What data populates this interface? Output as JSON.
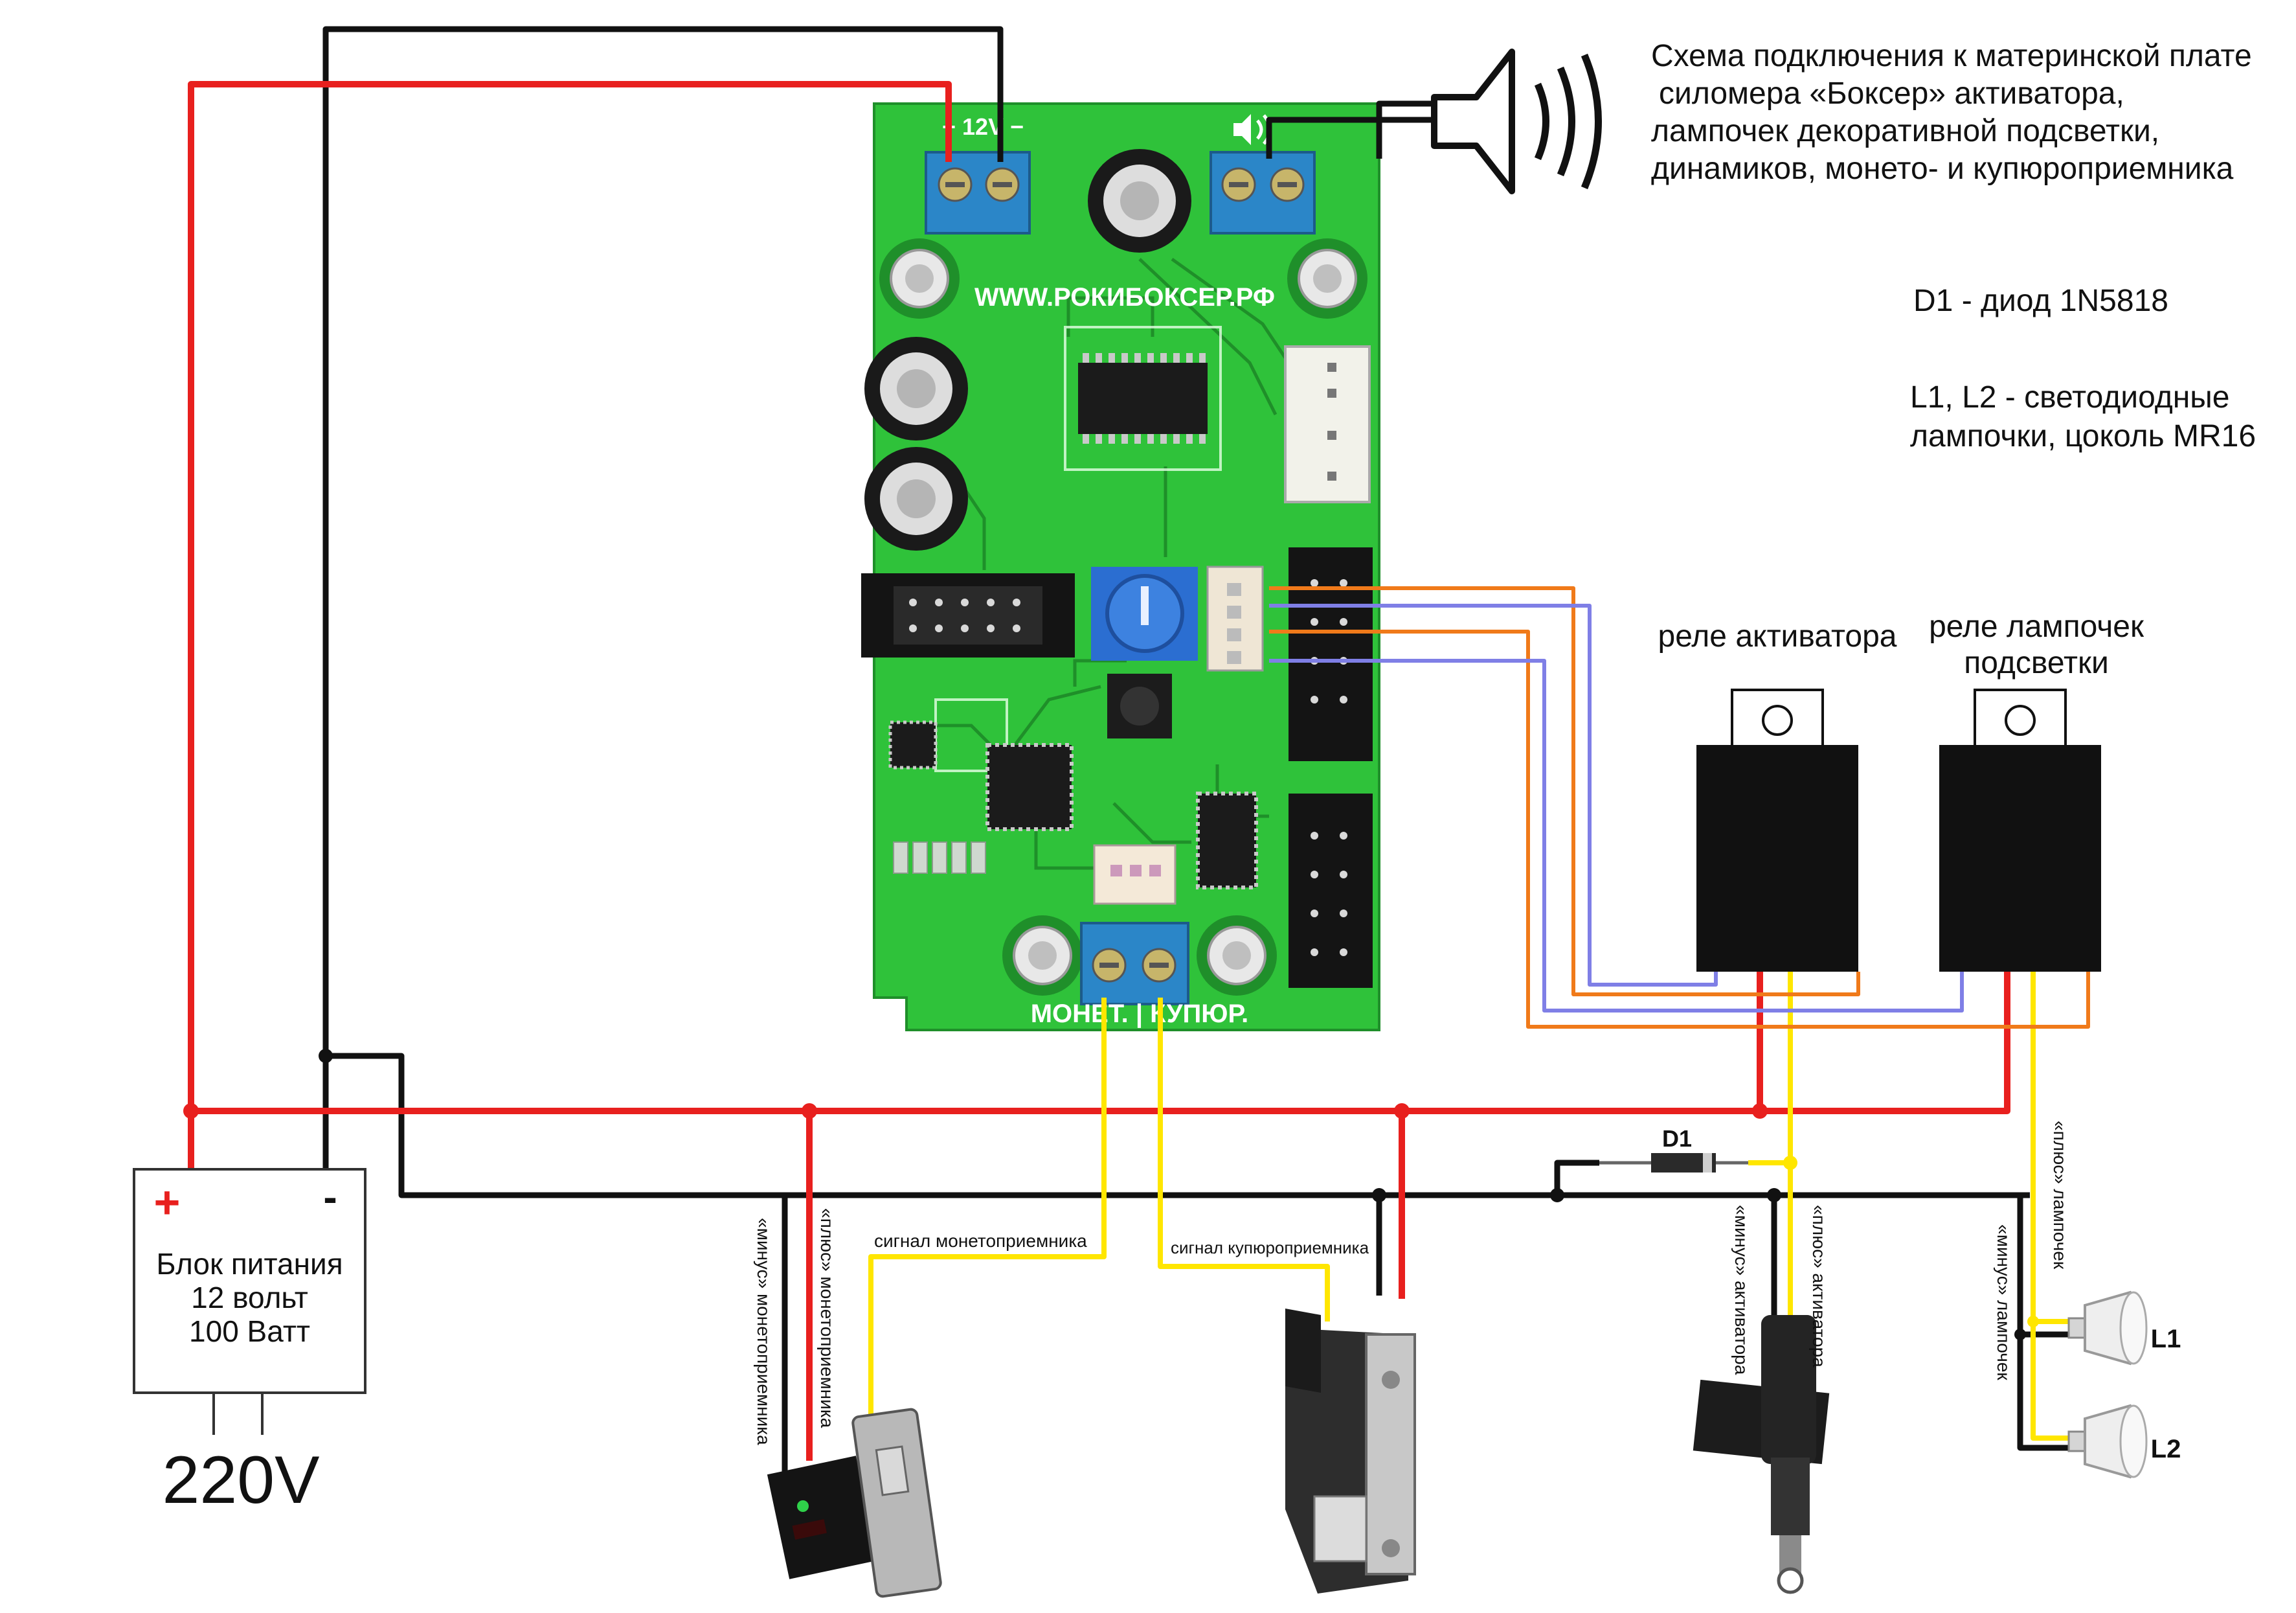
{
  "title_lines": [
    "Схема подключения к материнской плате",
    "силомера «Боксер» активатора,",
    "лампочек декоративной подсветки,",
    "динамиков, монето- и купюроприемника"
  ],
  "notes": {
    "diode": "D1 - диод 1N5818",
    "lamps_line1": "L1, L2 - светодиодные",
    "lamps_line2": "лампочки, цоколь MR16"
  },
  "board": {
    "power_label": "+ 12V −",
    "website": "WWW.РОКИБОКСЕР.РФ",
    "bottom_label": "МОНЕТ. | КУПЮР."
  },
  "relays": {
    "activator": "реле активатора",
    "lamps_line1": "реле лампочек",
    "lamps_line2": "подсветки"
  },
  "psu": {
    "plus": "+",
    "minus": "-",
    "line1": "Блок питания",
    "line2": "12 вольт",
    "line3": "100 Ватт",
    "mains": "220V"
  },
  "wire_labels": {
    "coin_signal": "сигнал монетоприемника",
    "bill_signal": "сигнал купюроприемника",
    "coin_minus": "«минус» монетоприемника",
    "coin_plus": "«плюс» монетоприемника",
    "act_minus": "«минус» активатора",
    "act_plus": "«плюс» активатора",
    "lamp_minus": "«минус» лампочек",
    "lamp_plus": "«плюс» лампочек",
    "diode": "D1"
  },
  "lamps": {
    "l1": "L1",
    "l2": "L2"
  },
  "colors": {
    "wire_positive": "#e8201e",
    "wire_ground": "#111111",
    "wire_signal": "#ffe600",
    "wire_relay_orange": "#f07a1a",
    "wire_relay_blue": "#7f7fe6",
    "pcb": "#2fc23a",
    "terminal": "#2b86c8"
  }
}
